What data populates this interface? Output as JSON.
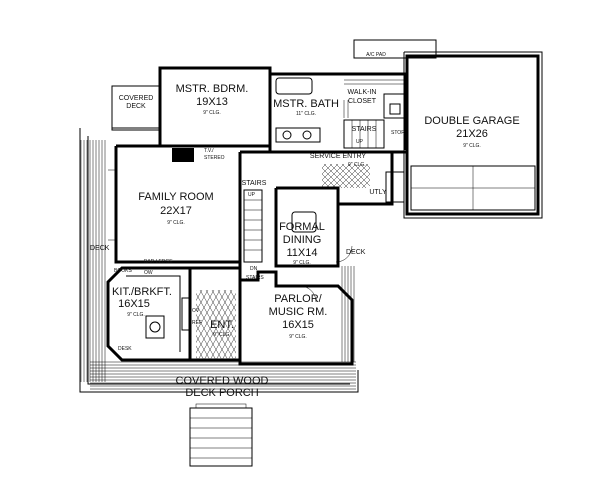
{
  "rooms": {
    "mstr_bdrm": {
      "name": "MSTR. BDRM.",
      "size": "19X13",
      "clg": "9\" CLG."
    },
    "mstr_bath": {
      "name": "MSTR. BATH",
      "clg": "11\" CLG."
    },
    "walk_in": {
      "name": "WALK-IN",
      "name2": "CLOSET"
    },
    "double_garage": {
      "name": "DOUBLE GARAGE",
      "size": "21X26",
      "clg": "9\" CLG."
    },
    "family_room": {
      "name": "FAMILY ROOM",
      "size": "22X17",
      "clg": "9\" CLG."
    },
    "formal_dining": {
      "name": "FORMAL",
      "name2": "DINING",
      "size": "11X14",
      "clg": "9\" CLG."
    },
    "kit_brkft": {
      "name": "KIT./BRKFT.",
      "size": "16X15",
      "clg": "9\" CLG."
    },
    "parlor": {
      "name": "PARLOR/",
      "name2": "MUSIC RM.",
      "size": "16X15",
      "clg": "9\" CLG."
    },
    "ent": {
      "name": "ENT.",
      "clg": "9\" CLG."
    }
  },
  "labels": {
    "covered_deck": "COVERED",
    "covered_deck2": "DECK",
    "ac_pad": "A/C PAD",
    "tv_stereo": "T.V./",
    "tv_stereo2": "STEREO",
    "stairs_top": "STAIRS",
    "up": "UP",
    "stor": "STOR",
    "service_entry": "SERVICE ENTRY",
    "service_clg": "9\" CLG.",
    "utly": "UTLY",
    "stairs_mid": "STAIRS",
    "up_mid": "UP",
    "dn": "DN",
    "stairs_low": "STAIRS",
    "deck_left": "DECK",
    "deck_right": "DECK",
    "books": "BOOKS",
    "bar_ledge": "BAR LEDGE",
    "ow": "OW",
    "ov": "OV",
    "ref": "REF",
    "desk": "DESK",
    "covered_porch": "COVERED WOOD",
    "covered_porch2": "DECK PORCH"
  }
}
